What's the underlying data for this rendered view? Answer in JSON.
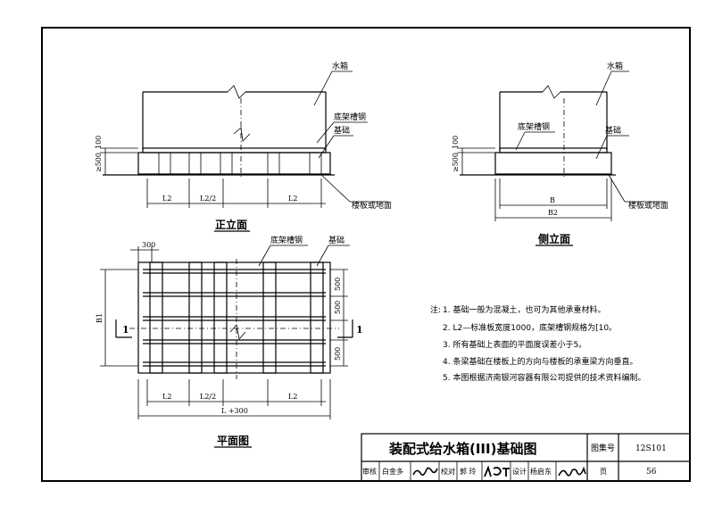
{
  "front_elevation": {
    "title": "正立面",
    "labels": {
      "water_tank": "水箱",
      "channel_steel": "底架槽钢",
      "foundation": "基础",
      "floor": "楼板或地面"
    },
    "dims": {
      "h1": "100",
      "h2": "≥500",
      "l2_left": "L2",
      "l2_half": "L2/2",
      "l2_right": "L2"
    }
  },
  "side_elevation": {
    "title": "侧立面",
    "labels": {
      "water_tank": "水箱",
      "channel_steel": "底架槽钢",
      "foundation": "基础",
      "floor": "楼板或地面"
    },
    "dims": {
      "h1": "100",
      "h2": "≥500",
      "b": "B",
      "b2": "B2"
    }
  },
  "plan": {
    "title": "平面图",
    "labels": {
      "channel_steel": "底架槽钢",
      "foundation": "基础"
    },
    "dims": {
      "top": "300",
      "b1": "B1",
      "s1": "500",
      "s2": "500",
      "s3": "500",
      "l2_left": "L2",
      "l2_half": "L2/2",
      "l2_right": "L2",
      "total": "L +300"
    },
    "section_mark": "1"
  },
  "notes": {
    "prefix": "注:",
    "items": [
      "1. 基础一般为混凝土，也可为其他承重材料。",
      "2. L2—标准板宽度1000，底架槽钢规格为[10。",
      "3. 所有基础上表面的平面度误差小于5。",
      "4. 条梁基础在楼板上的方向与楼板的承重梁方向垂直。",
      "5. 本图根据济南银河容器有限公司提供的技术资料编制。"
    ]
  },
  "title_block": {
    "title": "装配式给水箱(III)基础图",
    "atlas_label": "图集号",
    "atlas_no": "12S101",
    "row": [
      "审核",
      "白金多",
      "校对",
      "郭 玲",
      "设计",
      "杨启东",
      "页"
    ],
    "page": "56"
  }
}
